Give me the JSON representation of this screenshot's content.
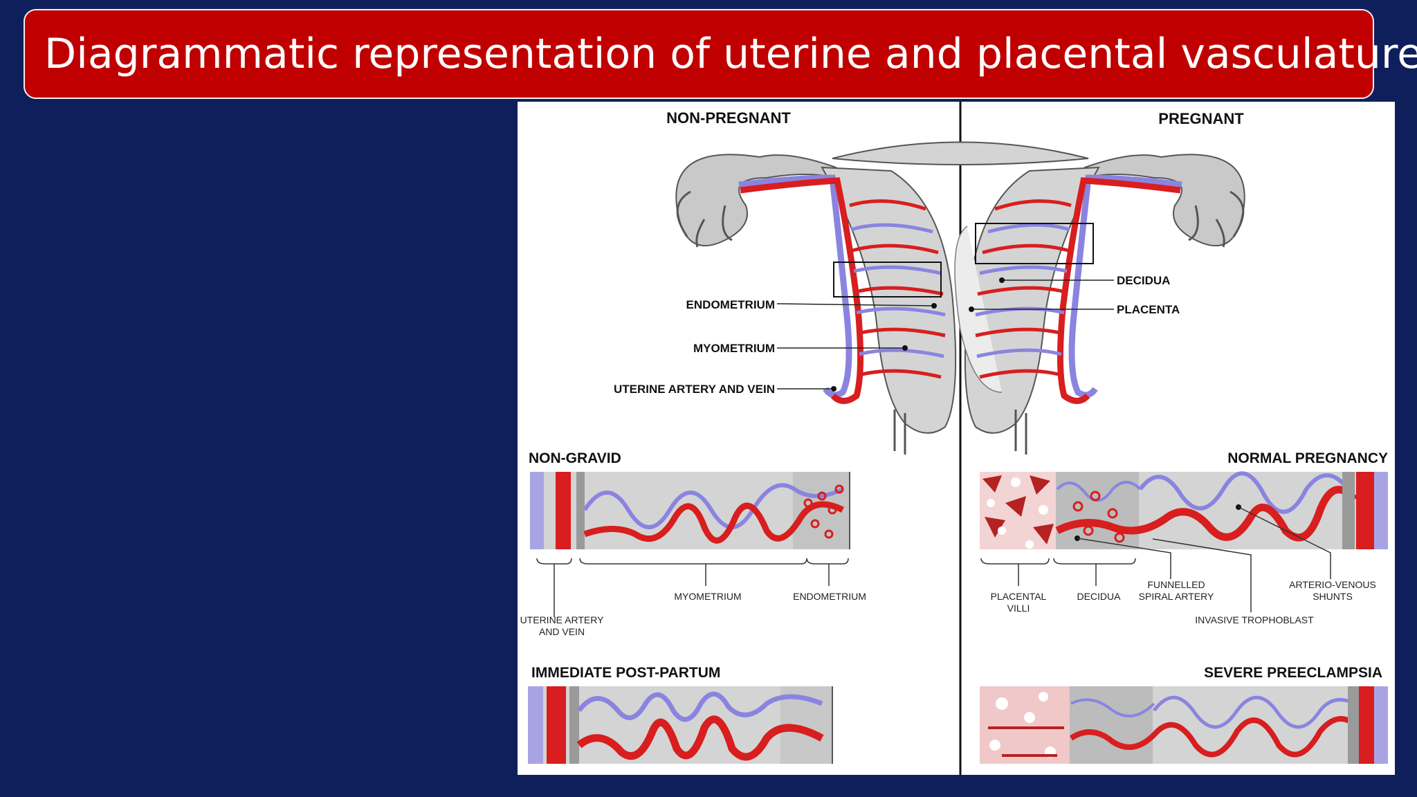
{
  "slide": {
    "title": "Diagrammatic representation of uterine and placental vasculature"
  },
  "figure": {
    "headers": {
      "non_pregnant": "NON-PREGNANT",
      "pregnant": "PREGNANT",
      "non_gravid": "NON-GRAVID",
      "normal_pregnancy": "NORMAL PREGNANCY",
      "post_partum": "IMMEDIATE POST-PARTUM",
      "preeclampsia": "SEVERE PREECLAMPSIA"
    },
    "uterus_labels": {
      "endometrium": "ENDOMETRIUM",
      "myometrium": "MYOMETRIUM",
      "uterine_artery_vein": "UTERINE ARTERY AND VEIN",
      "decidua": "DECIDUA",
      "placenta": "PLACENTA"
    },
    "strip_labels": {
      "uterine_artery": "UTERINE ARTERY",
      "and_vein": "AND VEIN",
      "myometrium": "MYOMETRIUM",
      "endometrium": "ENDOMETRIUM",
      "placental": "PLACENTAL",
      "villi": "VILLI",
      "decidua": "DECIDUA",
      "funnelled": "FUNNELLED",
      "spiral_artery": "SPIRAL ARTERY",
      "arterio_venous": "ARTERIO-VENOUS",
      "shunts": "SHUNTS",
      "invasive_trophoblast": "INVASIVE TROPHOBLAST"
    },
    "colors": {
      "artery": "#d81e1e",
      "vein": "#8a84e0",
      "tissue": "#d4d4d4",
      "outline": "#555555",
      "title_bg": "#c00000",
      "slide_bg": "#0e1f5b"
    }
  }
}
